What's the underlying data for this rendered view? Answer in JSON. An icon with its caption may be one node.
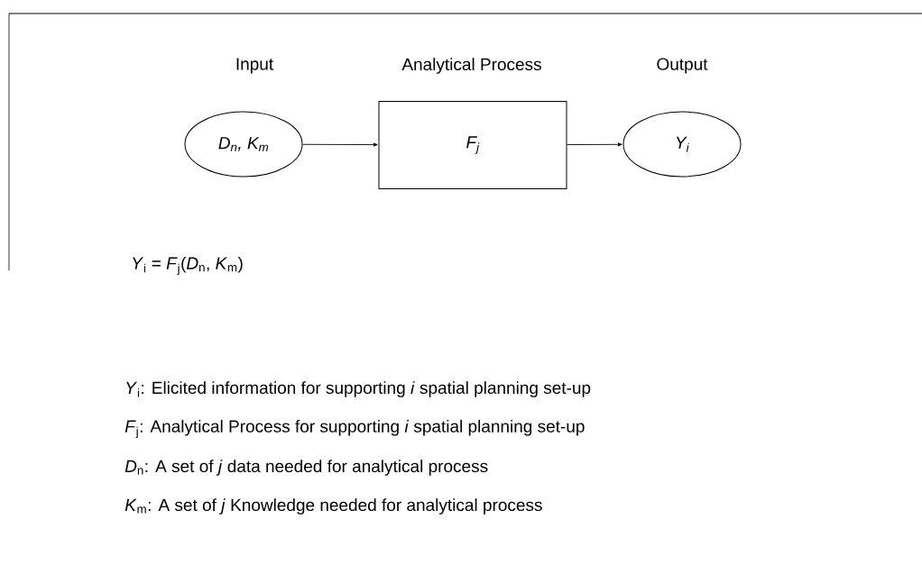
{
  "diagram": {
    "nodes": [
      {
        "text": [
          "Input",
          "D$_{n}$, K$_{m}$"
        ]
      },
      {
        "text": [
          "Analytical Process",
          "F$_{j}$"
        ]
      },
      {
        "text": [
          "Output",
          "Y$_{i}$"
        ]
      }
    ],
    "edges": [
      {
        "from": 0,
        "to": 1,
        "arrow": "to"
      },
      {
        "from": 1,
        "to": 2,
        "arrow": "to"
      }
    ],
    "labels": [
      "*Y*$_{i}$ = *F*$_{j}$(*D*$_{n}$, *K*$_{m}$)",
      "*Y*$_{i}$: Elicited information for supporting *i* spatial planning set-up",
      "*F*$_{j}$: Analytical Process for supporting *i* spatial planning set-up",
      "*D*$_{n}$: A set of *j* data needed for analytical process",
      "*K*$_{m}$: A set of *j* Knowledge needed for analytical process"
    ]
  }
}
